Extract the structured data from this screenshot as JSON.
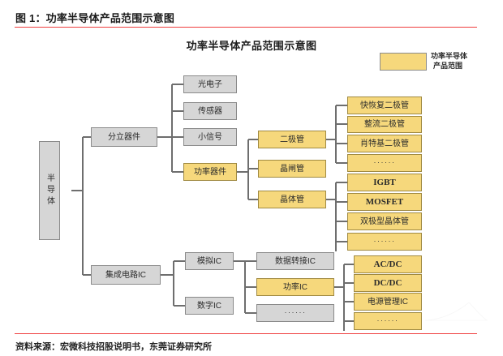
{
  "figure": {
    "caption": "图 1：功率半导体产品范围示意图",
    "chart_title": "功率半导体产品范围示意图",
    "source": "资料来源：宏微科技招股说明书，东莞证券研究所"
  },
  "legend": {
    "swatch_color": "#f6d87c",
    "label_line1": "功率半导体",
    "label_line2": "产品范围"
  },
  "colors": {
    "highlight": "#f6d87c",
    "highlight_border": "#a08a42",
    "neutral": "#d6d6d6",
    "neutral_border": "#8a8a8a",
    "rule": "#ef3e3e",
    "wire": "#6e6e6e"
  },
  "chart_data": {
    "type": "diagram",
    "title": "功率半导体产品范围示意图",
    "orientation": "left-to-right tree",
    "root": "半导体",
    "nodes": [
      {
        "id": "root",
        "label": "半导体",
        "level": 0,
        "highlight": false
      },
      {
        "id": "discrete",
        "label": "分立器件",
        "level": 1,
        "highlight": false
      },
      {
        "id": "ic",
        "label": "集成电路IC",
        "level": 1,
        "highlight": false
      },
      {
        "id": "opto",
        "label": "光电子",
        "level": 2,
        "highlight": false
      },
      {
        "id": "sensor",
        "label": "传感器",
        "level": 2,
        "highlight": false
      },
      {
        "id": "smallsig",
        "label": "小信号",
        "level": 2,
        "highlight": false
      },
      {
        "id": "power_dev",
        "label": "功率器件",
        "level": 2,
        "highlight": true
      },
      {
        "id": "analog_ic",
        "label": "模拟IC",
        "level": 2,
        "highlight": false
      },
      {
        "id": "digital_ic",
        "label": "数字IC",
        "level": 2,
        "highlight": false
      },
      {
        "id": "diode",
        "label": "二极管",
        "level": 3,
        "highlight": true
      },
      {
        "id": "thyristor",
        "label": "晶闸管",
        "level": 3,
        "highlight": true
      },
      {
        "id": "transistor",
        "label": "晶体管",
        "level": 3,
        "highlight": true
      },
      {
        "id": "data_conv",
        "label": "数据转接IC",
        "level": 3,
        "highlight": false
      },
      {
        "id": "power_ic",
        "label": "功率IC",
        "level": 3,
        "highlight": true
      },
      {
        "id": "ic_more",
        "label": "······",
        "level": 3,
        "highlight": false
      },
      {
        "id": "frd",
        "label": "快恢复二极管",
        "level": 4,
        "highlight": true
      },
      {
        "id": "rect",
        "label": "整流二极管",
        "level": 4,
        "highlight": true
      },
      {
        "id": "schottky",
        "label": "肖特基二极管",
        "level": 4,
        "highlight": true
      },
      {
        "id": "diode_more",
        "label": "······",
        "level": 4,
        "highlight": true
      },
      {
        "id": "igbt",
        "label": "IGBT",
        "level": 4,
        "highlight": true
      },
      {
        "id": "mosfet",
        "label": "MOSFET",
        "level": 4,
        "highlight": true
      },
      {
        "id": "bjt",
        "label": "双极型晶体管",
        "level": 4,
        "highlight": true
      },
      {
        "id": "tr_more",
        "label": "······",
        "level": 4,
        "highlight": true
      },
      {
        "id": "acdc",
        "label": "AC/DC",
        "level": 4,
        "highlight": true
      },
      {
        "id": "dcdc",
        "label": "DC/DC",
        "level": 4,
        "highlight": true
      },
      {
        "id": "pmic",
        "label": "电源管理IC",
        "level": 4,
        "highlight": true
      },
      {
        "id": "pic_more",
        "label": "······",
        "level": 4,
        "highlight": true
      }
    ],
    "edges": [
      [
        "root",
        "discrete"
      ],
      [
        "root",
        "ic"
      ],
      [
        "discrete",
        "opto"
      ],
      [
        "discrete",
        "sensor"
      ],
      [
        "discrete",
        "smallsig"
      ],
      [
        "discrete",
        "power_dev"
      ],
      [
        "ic",
        "analog_ic"
      ],
      [
        "ic",
        "digital_ic"
      ],
      [
        "power_dev",
        "diode"
      ],
      [
        "power_dev",
        "thyristor"
      ],
      [
        "power_dev",
        "transistor"
      ],
      [
        "analog_ic",
        "data_conv"
      ],
      [
        "analog_ic",
        "power_ic"
      ],
      [
        "analog_ic",
        "ic_more"
      ],
      [
        "diode",
        "frd"
      ],
      [
        "diode",
        "rect"
      ],
      [
        "diode",
        "schottky"
      ],
      [
        "diode",
        "diode_more"
      ],
      [
        "transistor",
        "igbt"
      ],
      [
        "transistor",
        "mosfet"
      ],
      [
        "transistor",
        "bjt"
      ],
      [
        "transistor",
        "tr_more"
      ],
      [
        "power_ic",
        "acdc"
      ],
      [
        "power_ic",
        "dcdc"
      ],
      [
        "power_ic",
        "pmic"
      ],
      [
        "power_ic",
        "pic_more"
      ]
    ]
  }
}
